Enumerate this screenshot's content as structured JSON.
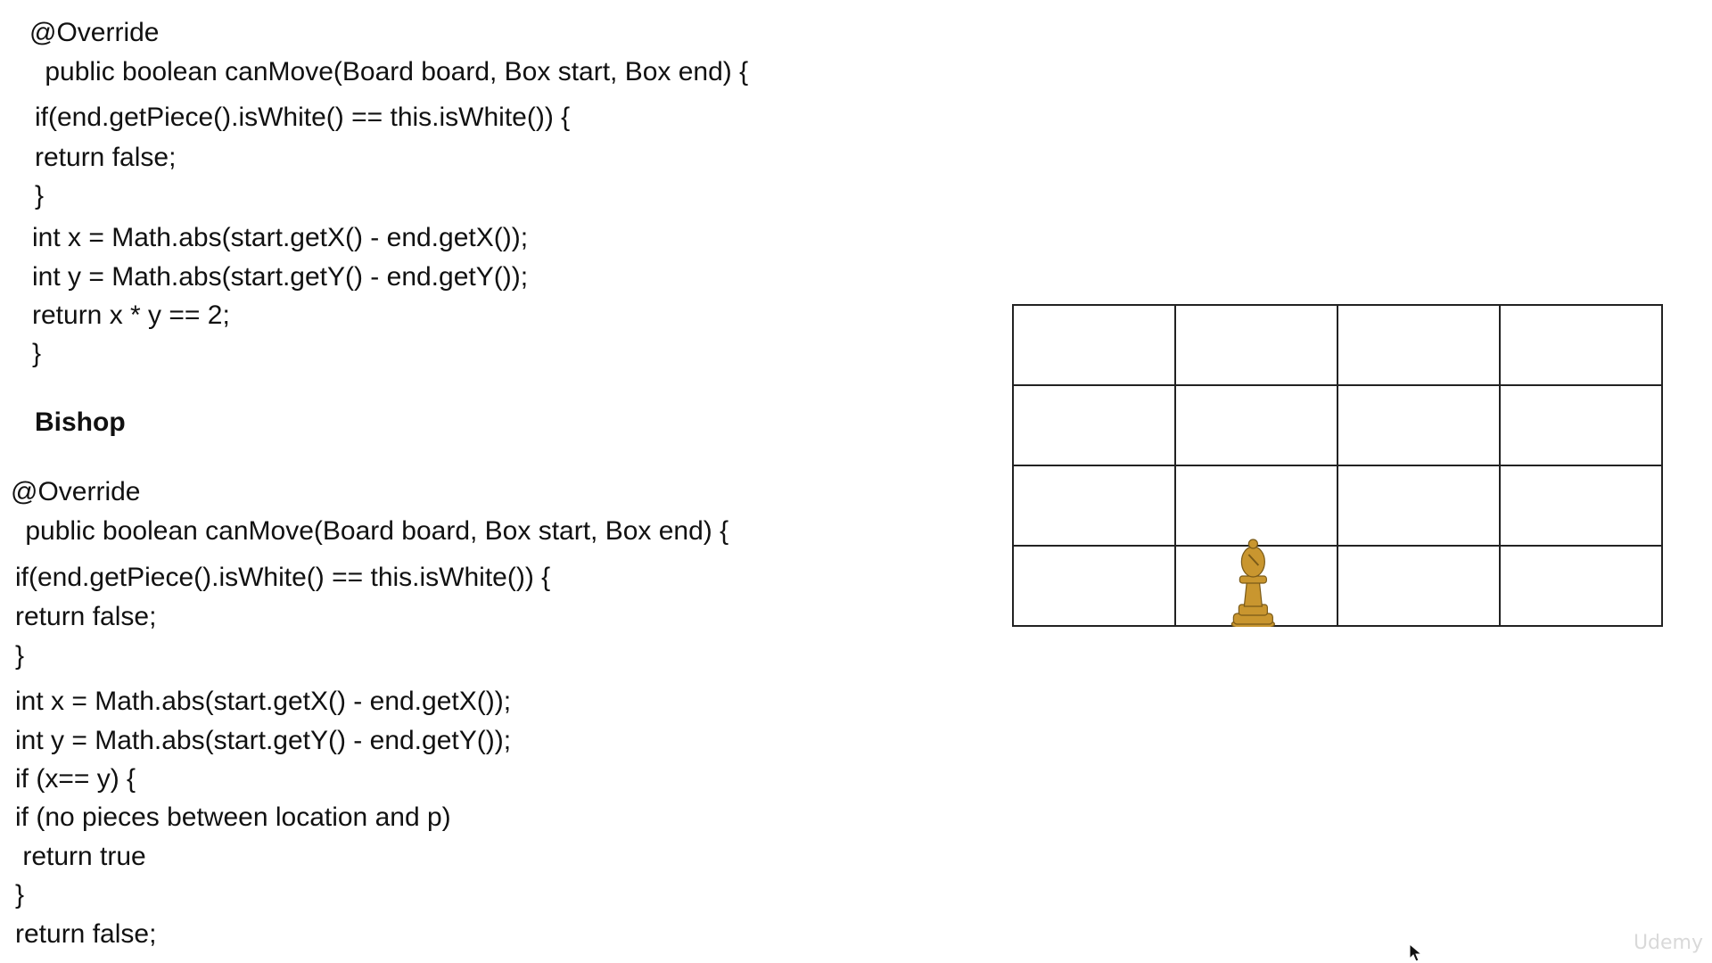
{
  "knight_code": {
    "lines": [
      "@Override",
      " public boolean canMove(Board board, Box start, Box end) {",
      "if(end.getPiece().isWhite() == this.isWhite()) {",
      "return false;",
      "}",
      "int x = Math.abs(start.getX() - end.getX());",
      "int y = Math.abs(start.getY() - end.getY());",
      "return x * y == 2;",
      "}"
    ]
  },
  "bishop_heading": "Bishop",
  "bishop_code": {
    "lines": [
      "@Override",
      " public boolean canMove(Board board, Box start, Box end) {",
      "if(end.getPiece().isWhite() == this.isWhite()) {",
      "return false;",
      "}",
      "int x = Math.abs(start.getX() - end.getX());",
      "int y = Math.abs(start.getY() - end.getY());",
      "if (x== y) {",
      "if (no pieces between location and p)",
      " return true",
      "}",
      "return false;"
    ]
  },
  "board": {
    "columns": 4,
    "rows": 4,
    "line_color": "#222222",
    "piece": {
      "icon": "bishop-piece-icon",
      "color": "#c9962f",
      "column": 1,
      "row": 3
    }
  },
  "watermark": "Udemy"
}
